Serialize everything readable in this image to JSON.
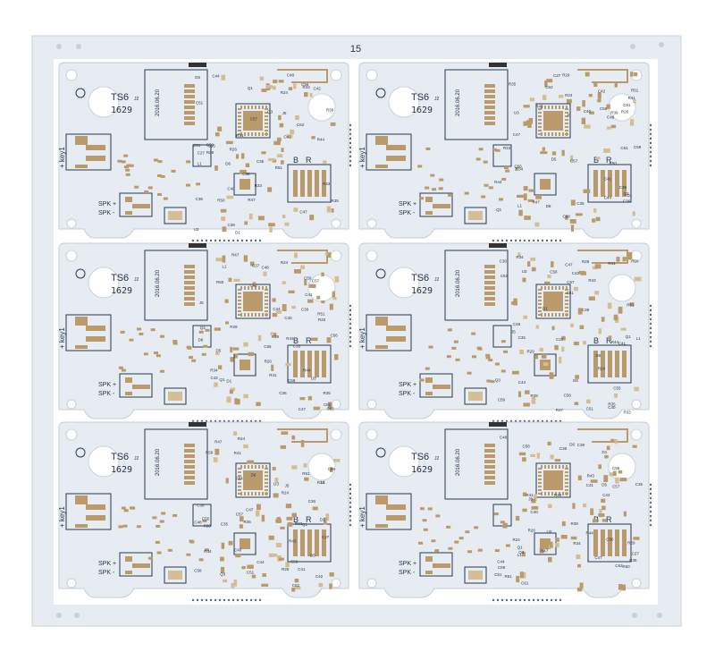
{
  "panel": {
    "number": "15",
    "board_count": 6,
    "colors": {
      "soldermask": "#e6ecf2",
      "pad_gold": "#b89a6c",
      "pad_gold_light": "#d2bd95",
      "silkscreen": "#2b3a52",
      "hole": "#ffffff",
      "background": "#ffffff"
    }
  },
  "board": {
    "model": "TS6",
    "ref_j2": "J2",
    "code": "1629",
    "date": "2016.06.20",
    "key_label": "key1",
    "spk_label_top": "SPK",
    "spk_label_bottom": "SPK",
    "b_label": "B",
    "r_label": "R",
    "refs": [
      "C55",
      "C56",
      "C57",
      "C61",
      "C62",
      "C27",
      "C35",
      "C36",
      "R33",
      "R34",
      "R35",
      "R39",
      "R41",
      "R43",
      "R44",
      "R47",
      "R50",
      "R51",
      "C58",
      "C59",
      "Q1",
      "Q3",
      "U3",
      "J5",
      "C39",
      "C40",
      "C41",
      "C42",
      "C44",
      "C47",
      "C48",
      "C51",
      "D1",
      "D5",
      "D6",
      "R24",
      "R26",
      "R29",
      "L1"
    ]
  }
}
